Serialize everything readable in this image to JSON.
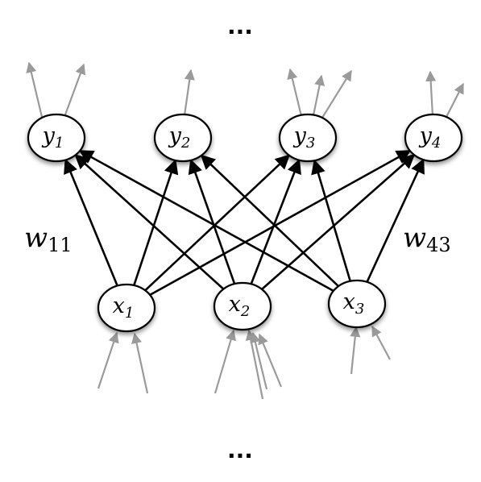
{
  "diagram": {
    "ellipsis_top": "...",
    "ellipsis_bottom": "...",
    "output_nodes": [
      {
        "var": "y",
        "sub": "1"
      },
      {
        "var": "y",
        "sub": "2"
      },
      {
        "var": "y",
        "sub": "3"
      },
      {
        "var": "y",
        "sub": "4"
      }
    ],
    "input_nodes": [
      {
        "var": "x",
        "sub": "1"
      },
      {
        "var": "x",
        "sub": "2"
      },
      {
        "var": "x",
        "sub": "3"
      }
    ],
    "weight_labels": [
      {
        "var": "w",
        "sub": "11"
      },
      {
        "var": "w",
        "sub": "43"
      }
    ],
    "connection_color": "#000000",
    "external_arrow_color": "#9a9a9a"
  }
}
